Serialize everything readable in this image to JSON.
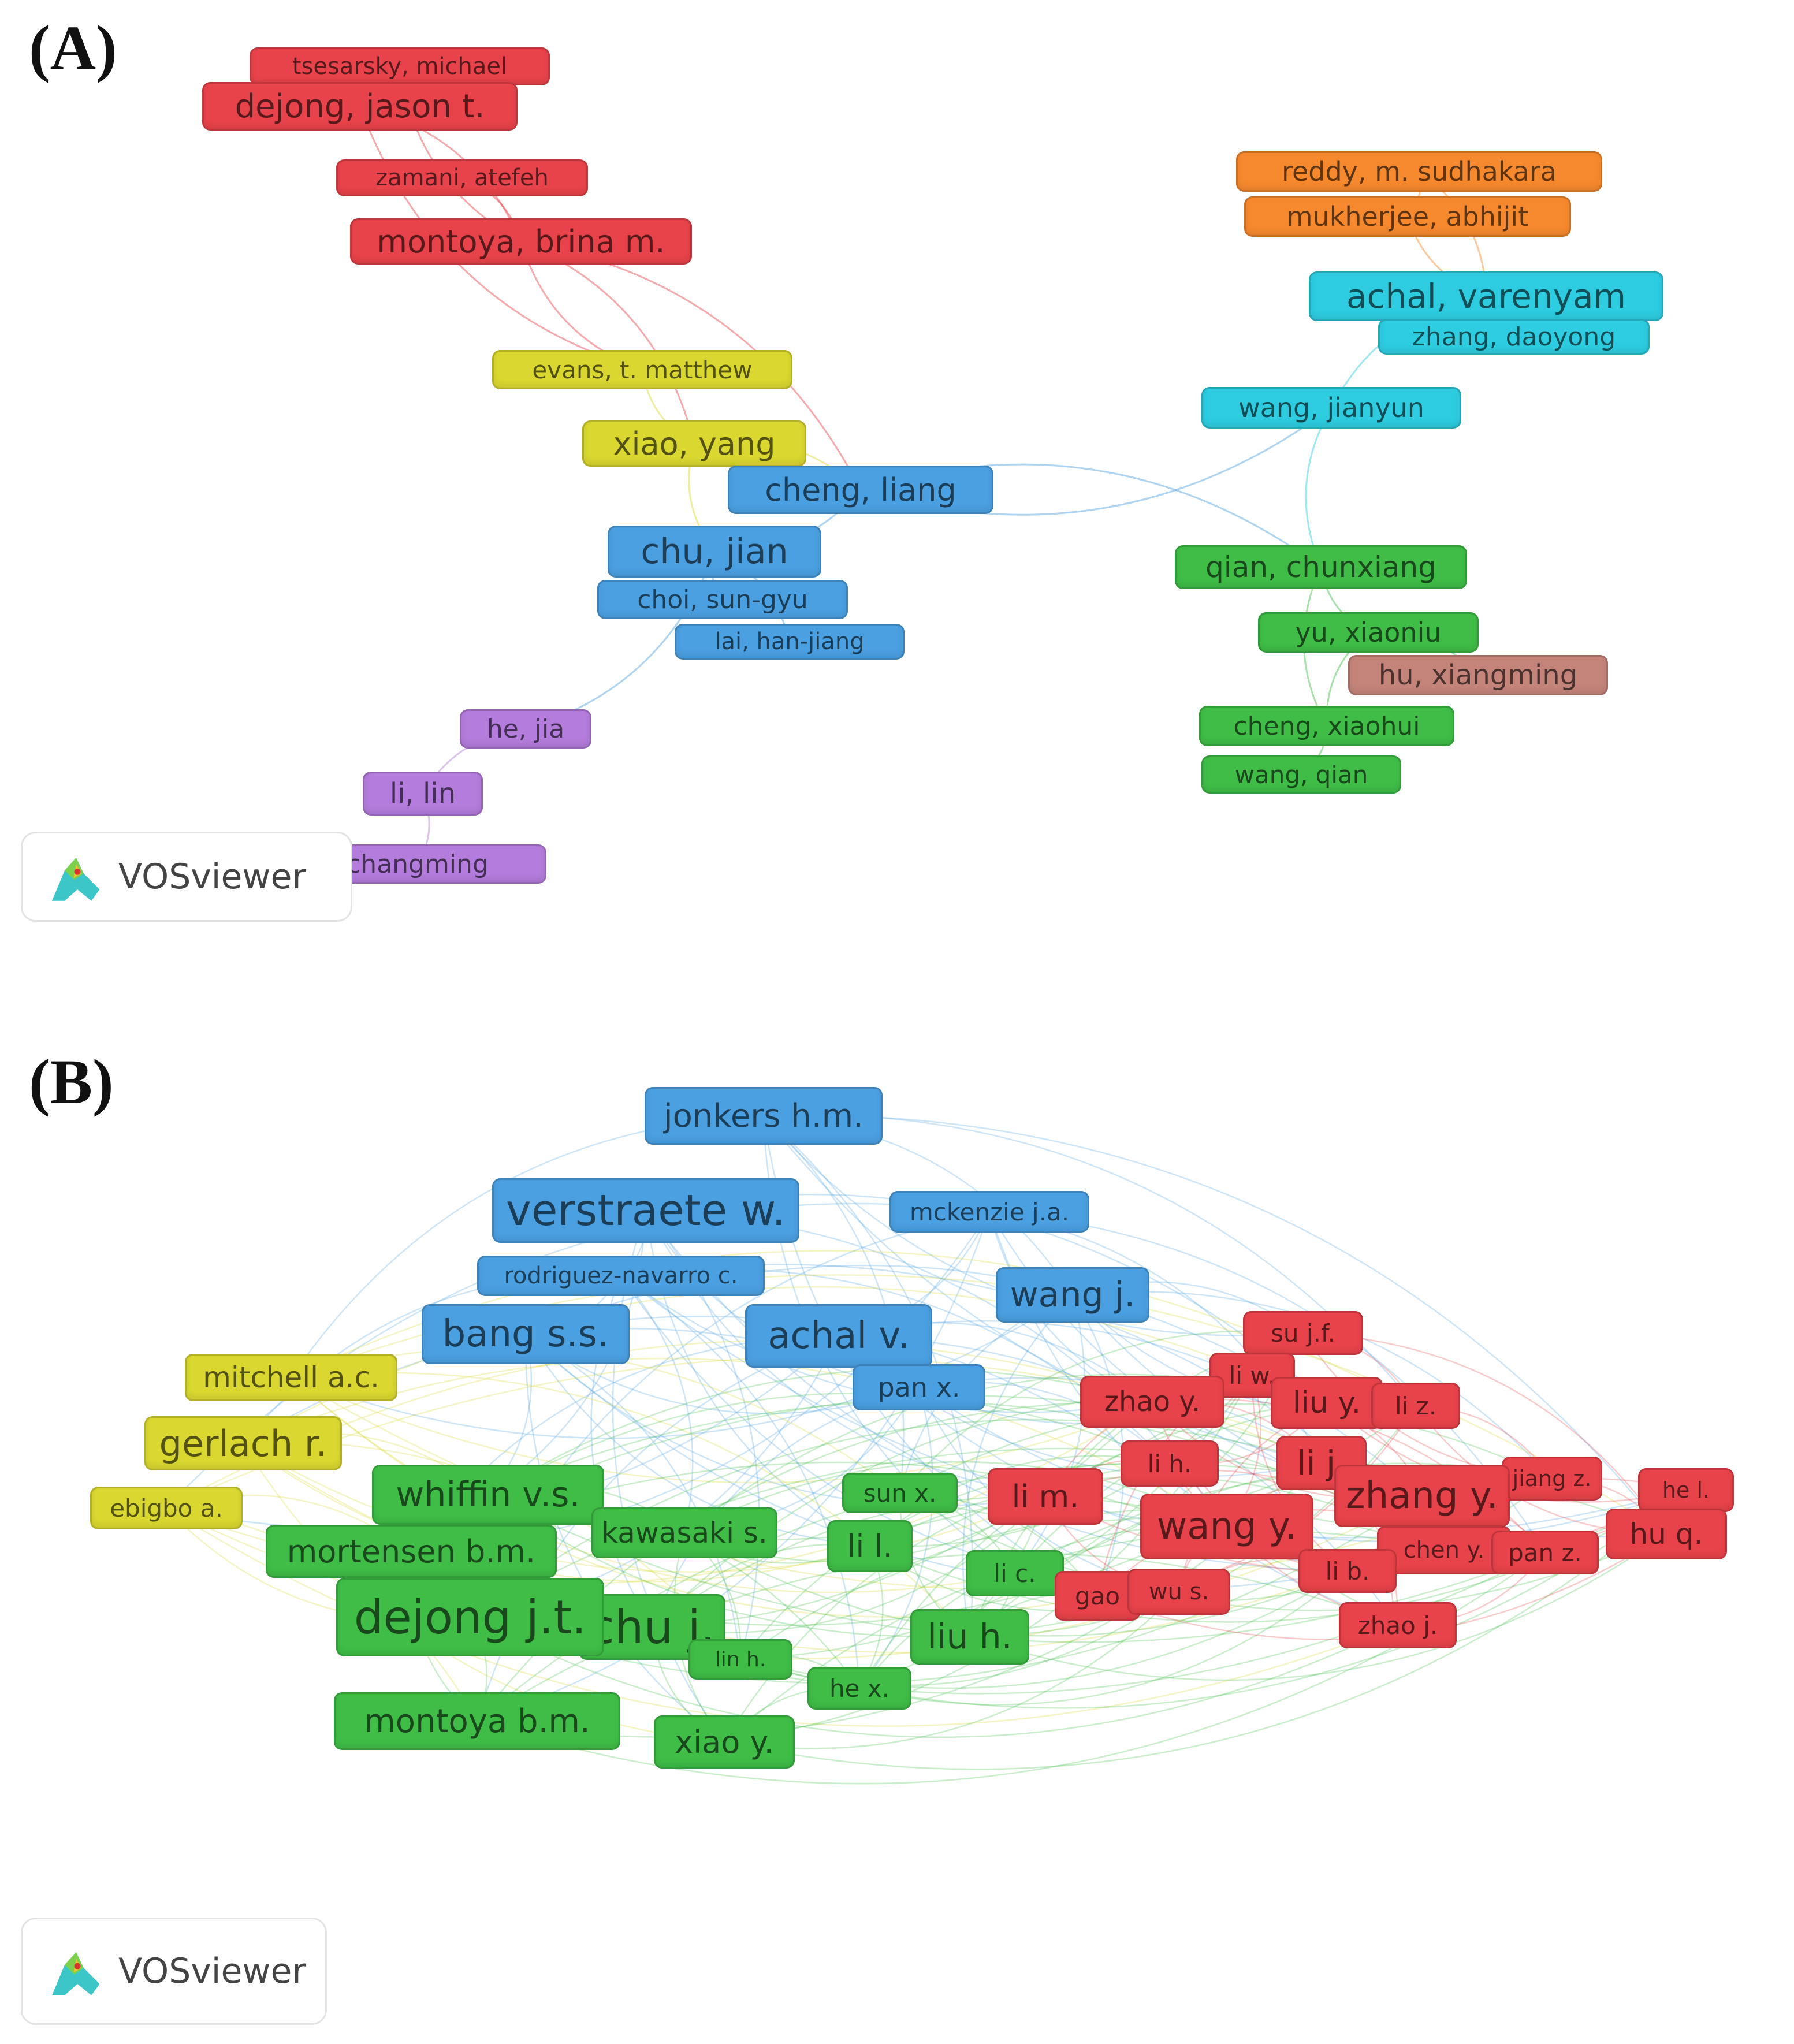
{
  "colors": {
    "red": "#e8434a",
    "orange": "#f6892e",
    "cyan": "#2dcce0",
    "yellow": "#d9d730",
    "blue": "#4ba0e2",
    "green": "#3fbd47",
    "purple": "#b47cdc",
    "brown": "#c4847a"
  },
  "panels": [
    {
      "label": "(A)",
      "watermark": "VOSviewer",
      "nodes": [
        {
          "text": "tsesarsky, michael",
          "color": "red"
        },
        {
          "text": "dejong, jason t.",
          "color": "red"
        },
        {
          "text": "zamani, atefeh",
          "color": "red"
        },
        {
          "text": "montoya, brina m.",
          "color": "red"
        },
        {
          "text": "reddy, m. sudhakara",
          "color": "orange"
        },
        {
          "text": "mukherjee, abhijit",
          "color": "orange"
        },
        {
          "text": "achal, varenyam",
          "color": "cyan"
        },
        {
          "text": "zhang, daoyong",
          "color": "cyan"
        },
        {
          "text": "wang, jianyun",
          "color": "cyan"
        },
        {
          "text": "evans, t. matthew",
          "color": "yellow"
        },
        {
          "text": "xiao, yang",
          "color": "yellow"
        },
        {
          "text": "cheng, liang",
          "color": "blue"
        },
        {
          "text": "chu, jian",
          "color": "blue"
        },
        {
          "text": "choi, sun-gyu",
          "color": "blue"
        },
        {
          "text": "lai, han-jiang",
          "color": "blue"
        },
        {
          "text": "qian, chunxiang",
          "color": "green"
        },
        {
          "text": "yu, xiaoniu",
          "color": "green"
        },
        {
          "text": "hu, xiangming",
          "color": "brown"
        },
        {
          "text": "cheng, xiaohui",
          "color": "green"
        },
        {
          "text": "wang, qian",
          "color": "green"
        },
        {
          "text": "he, jia",
          "color": "purple"
        },
        {
          "text": "li, lin",
          "color": "purple"
        },
        {
          "text": "changming",
          "color": "purple"
        }
      ]
    },
    {
      "label": "(B)",
      "watermark": "VOSviewer",
      "nodes": [
        {
          "text": "jonkers h.m.",
          "color": "blue"
        },
        {
          "text": "verstraete w.",
          "color": "blue"
        },
        {
          "text": "mckenzie j.a.",
          "color": "blue"
        },
        {
          "text": "rodriguez-navarro c.",
          "color": "blue"
        },
        {
          "text": "wang j.",
          "color": "blue"
        },
        {
          "text": "bang s.s.",
          "color": "blue"
        },
        {
          "text": "achal v.",
          "color": "blue"
        },
        {
          "text": "pan x.",
          "color": "blue"
        },
        {
          "text": "mitchell a.c.",
          "color": "yellow"
        },
        {
          "text": "gerlach r.",
          "color": "yellow"
        },
        {
          "text": "ebigbo a.",
          "color": "yellow"
        },
        {
          "text": "whiffin v.s.",
          "color": "green"
        },
        {
          "text": "sun x.",
          "color": "green"
        },
        {
          "text": "kawasaki s.",
          "color": "green"
        },
        {
          "text": "mortensen b.m.",
          "color": "green"
        },
        {
          "text": "li l.",
          "color": "green"
        },
        {
          "text": "li c.",
          "color": "green"
        },
        {
          "text": "chu j.",
          "color": "green"
        },
        {
          "text": "dejong j.t.",
          "color": "green"
        },
        {
          "text": "lin h.",
          "color": "green"
        },
        {
          "text": "liu h.",
          "color": "green"
        },
        {
          "text": "he x.",
          "color": "green"
        },
        {
          "text": "montoya b.m.",
          "color": "green"
        },
        {
          "text": "xiao y.",
          "color": "green"
        },
        {
          "text": "su j.f.",
          "color": "red"
        },
        {
          "text": "li w.",
          "color": "red"
        },
        {
          "text": "zhao y.",
          "color": "red"
        },
        {
          "text": "liu y.",
          "color": "red"
        },
        {
          "text": "li z.",
          "color": "red"
        },
        {
          "text": "li h.",
          "color": "red"
        },
        {
          "text": "li j.",
          "color": "red"
        },
        {
          "text": "li m.",
          "color": "red"
        },
        {
          "text": "jiang z.",
          "color": "red"
        },
        {
          "text": "he l.",
          "color": "red"
        },
        {
          "text": "zhang y.",
          "color": "red"
        },
        {
          "text": "wang y.",
          "color": "red"
        },
        {
          "text": "hu q.",
          "color": "red"
        },
        {
          "text": "chen y.",
          "color": "red"
        },
        {
          "text": "pan z.",
          "color": "red"
        },
        {
          "text": "li b.",
          "color": "red"
        },
        {
          "text": "gao",
          "color": "red"
        },
        {
          "text": "wu s.",
          "color": "red"
        },
        {
          "text": "zhao j.",
          "color": "red"
        }
      ]
    }
  ]
}
